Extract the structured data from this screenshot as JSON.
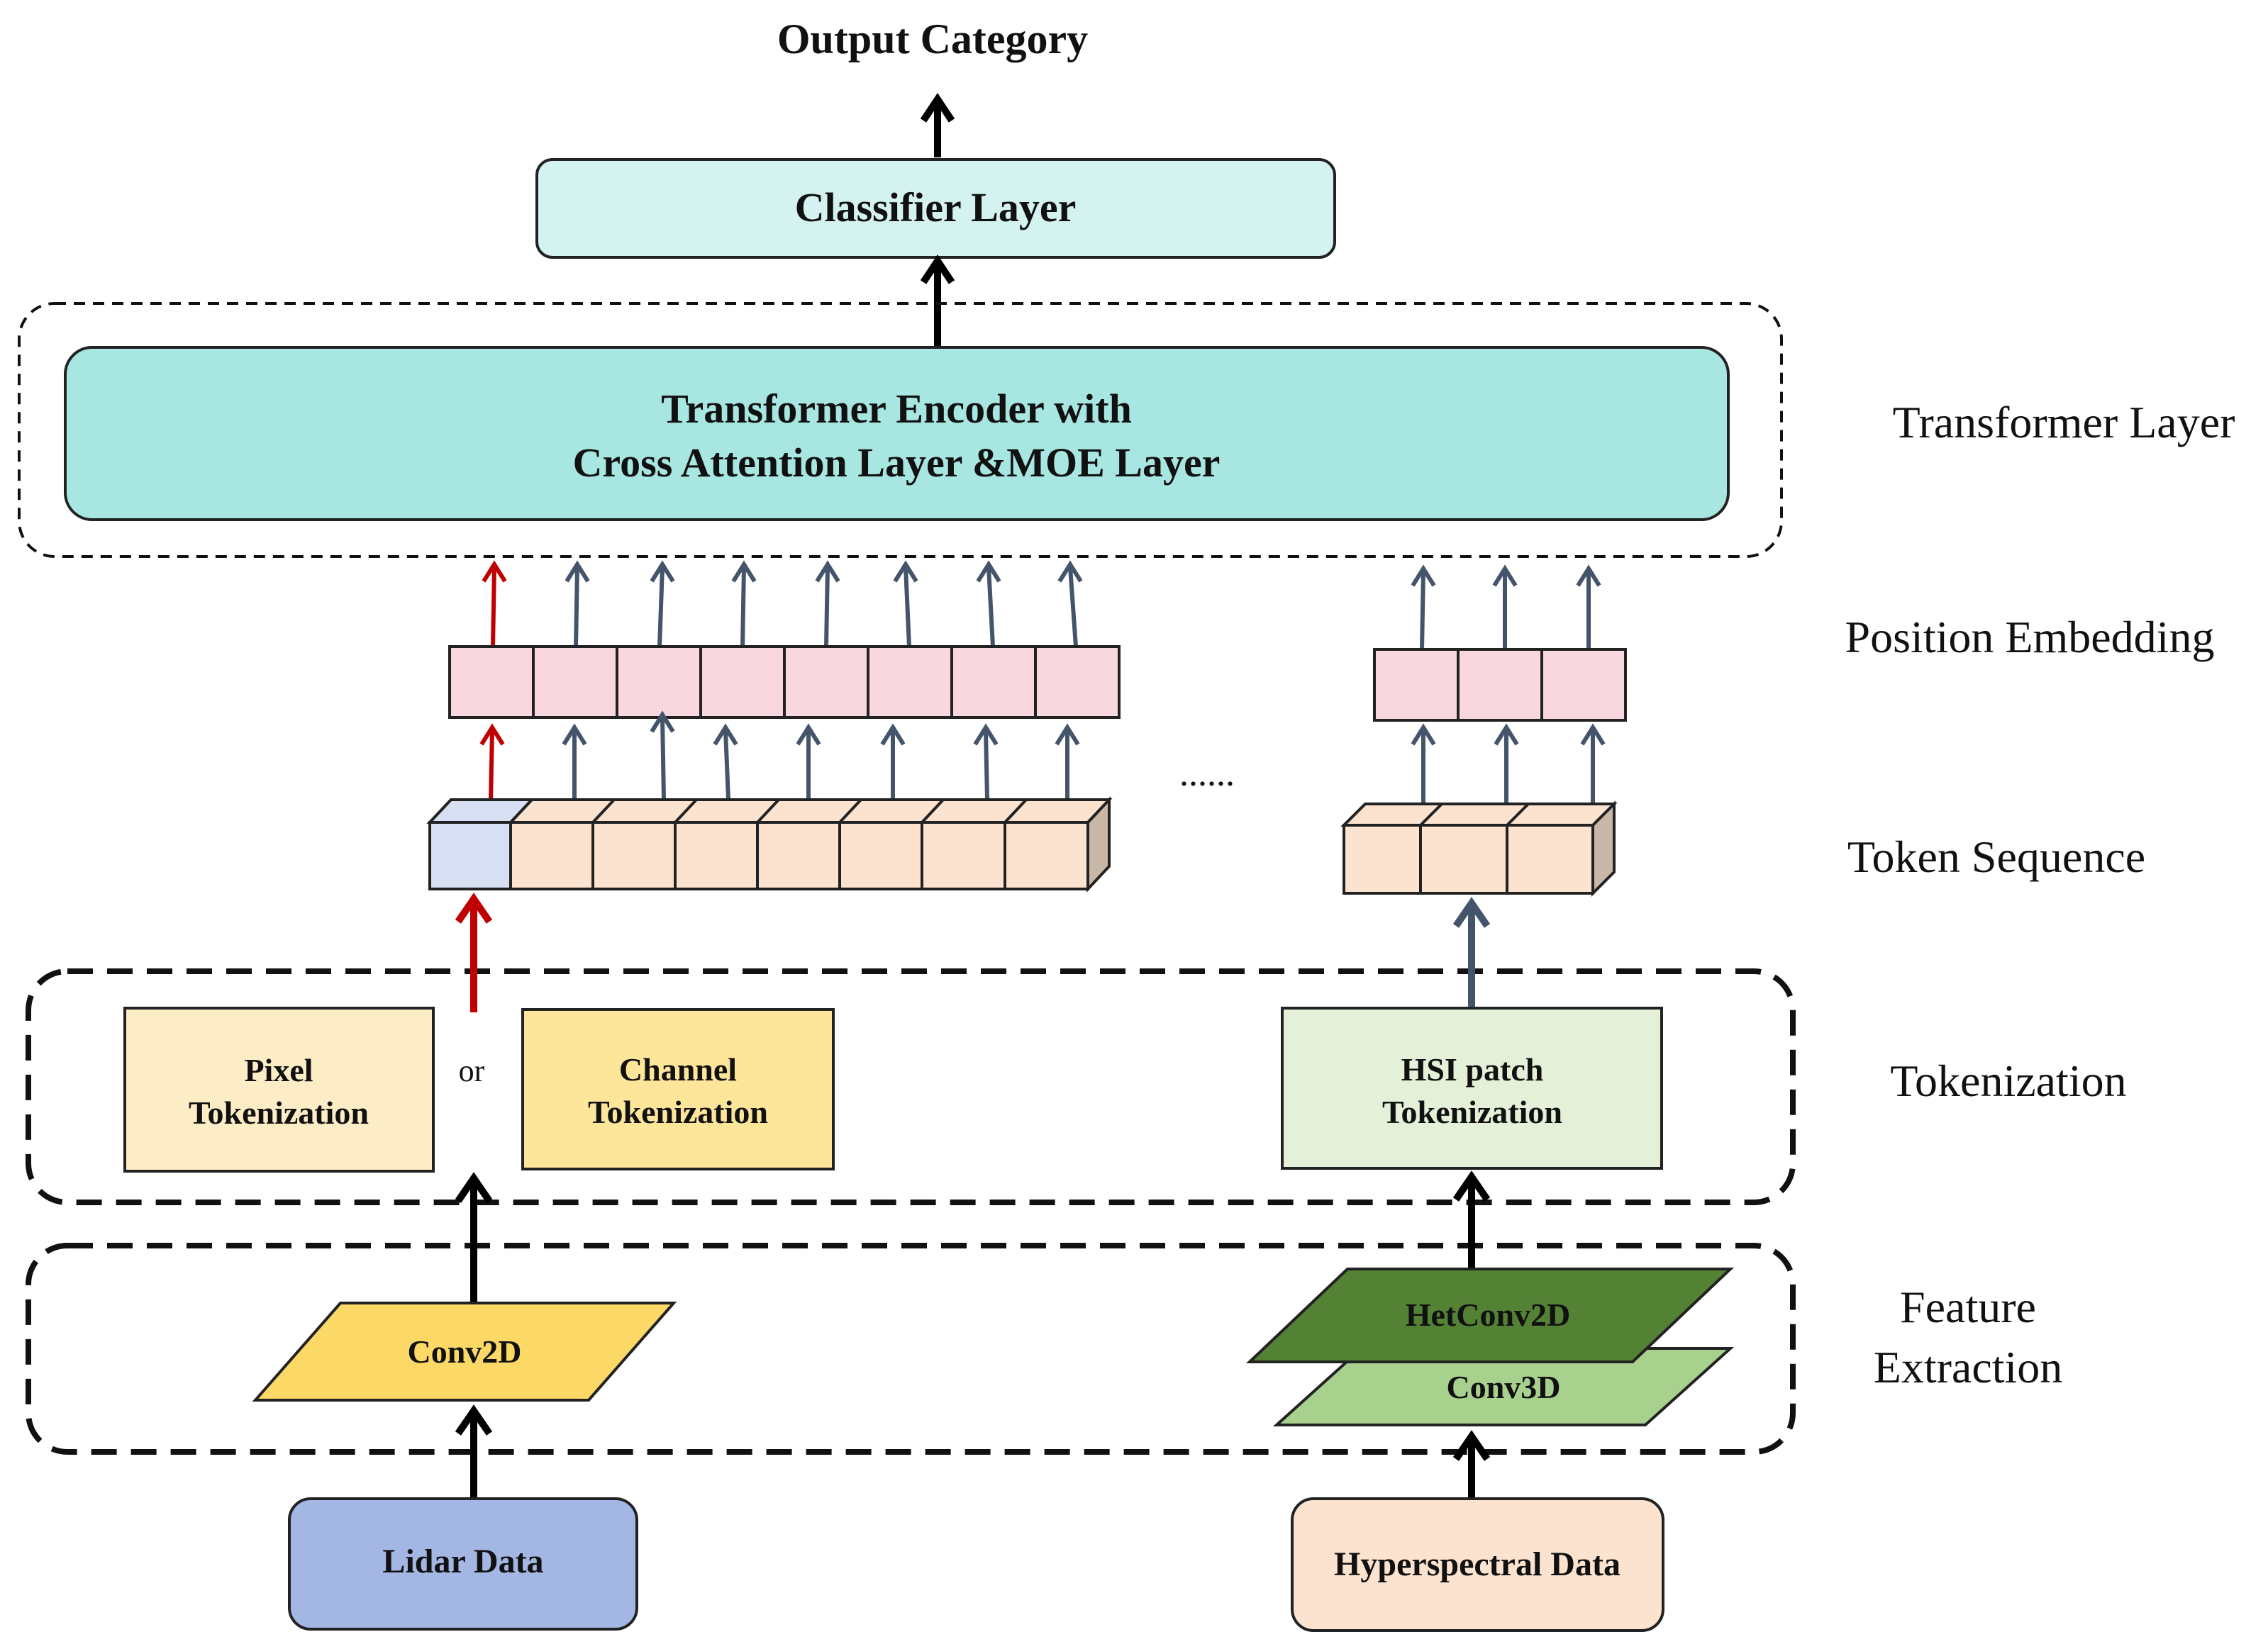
{
  "title": "Output Category",
  "classifier": {
    "label": "Classifier Layer"
  },
  "encoder": {
    "line1": "Transformer Encoder with",
    "line2": "Cross Attention Layer &MOE Layer"
  },
  "side_labels": {
    "transformer": "Transformer Layer",
    "position": "Position Embedding",
    "token": "Token Sequence",
    "tokenization": "Tokenization",
    "feature_line1": "Feature",
    "feature_line2": "Extraction"
  },
  "tokenization": {
    "pixel_line1": "Pixel",
    "pixel_line2": "Tokenization",
    "or": "or",
    "channel_line1": "Channel",
    "channel_line2": "Tokenization",
    "hsi_line1": "HSI patch",
    "hsi_line2": "Tokenization"
  },
  "ellipsis": "......",
  "feature": {
    "conv2d": "Conv2D",
    "hetconv2d": "HetConv2D",
    "conv3d": "Conv3D"
  },
  "inputs": {
    "lidar": "Lidar Data",
    "hyper": "Hyperspectral Data"
  },
  "colors": {
    "classifier_fill": "#d4f2ef",
    "encoder_fill": "#a8e7e1",
    "pos_fill": "#f9d7df",
    "token_fill": "#fbe3cf",
    "cls_token_fill": "#d7e0f2",
    "token_side": "#c9b8a8",
    "pixel_fill": "#fdedc6",
    "channel_fill": "#fde59a",
    "hsi_fill": "#e4f1d8",
    "conv2d_fill": "#fcd966",
    "hetconv_fill": "#548235",
    "conv3d_fill": "#a9d18e",
    "lidar_fill": "#a4b6e3",
    "hyper_fill": "#fbe3cf",
    "arrow_black": "#000000",
    "arrow_red": "#c00000",
    "arrow_slate": "#44546a"
  }
}
